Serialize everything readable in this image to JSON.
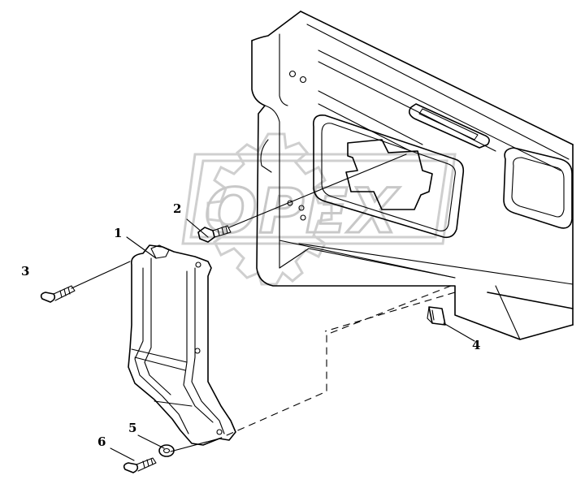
{
  "watermark": {
    "text": "OPEX"
  },
  "callouts": [
    {
      "id": "1",
      "label": "1"
    },
    {
      "id": "2",
      "label": "2"
    },
    {
      "id": "3",
      "label": "3"
    },
    {
      "id": "4",
      "label": "4"
    },
    {
      "id": "5",
      "label": "5"
    },
    {
      "id": "6",
      "label": "6"
    }
  ]
}
